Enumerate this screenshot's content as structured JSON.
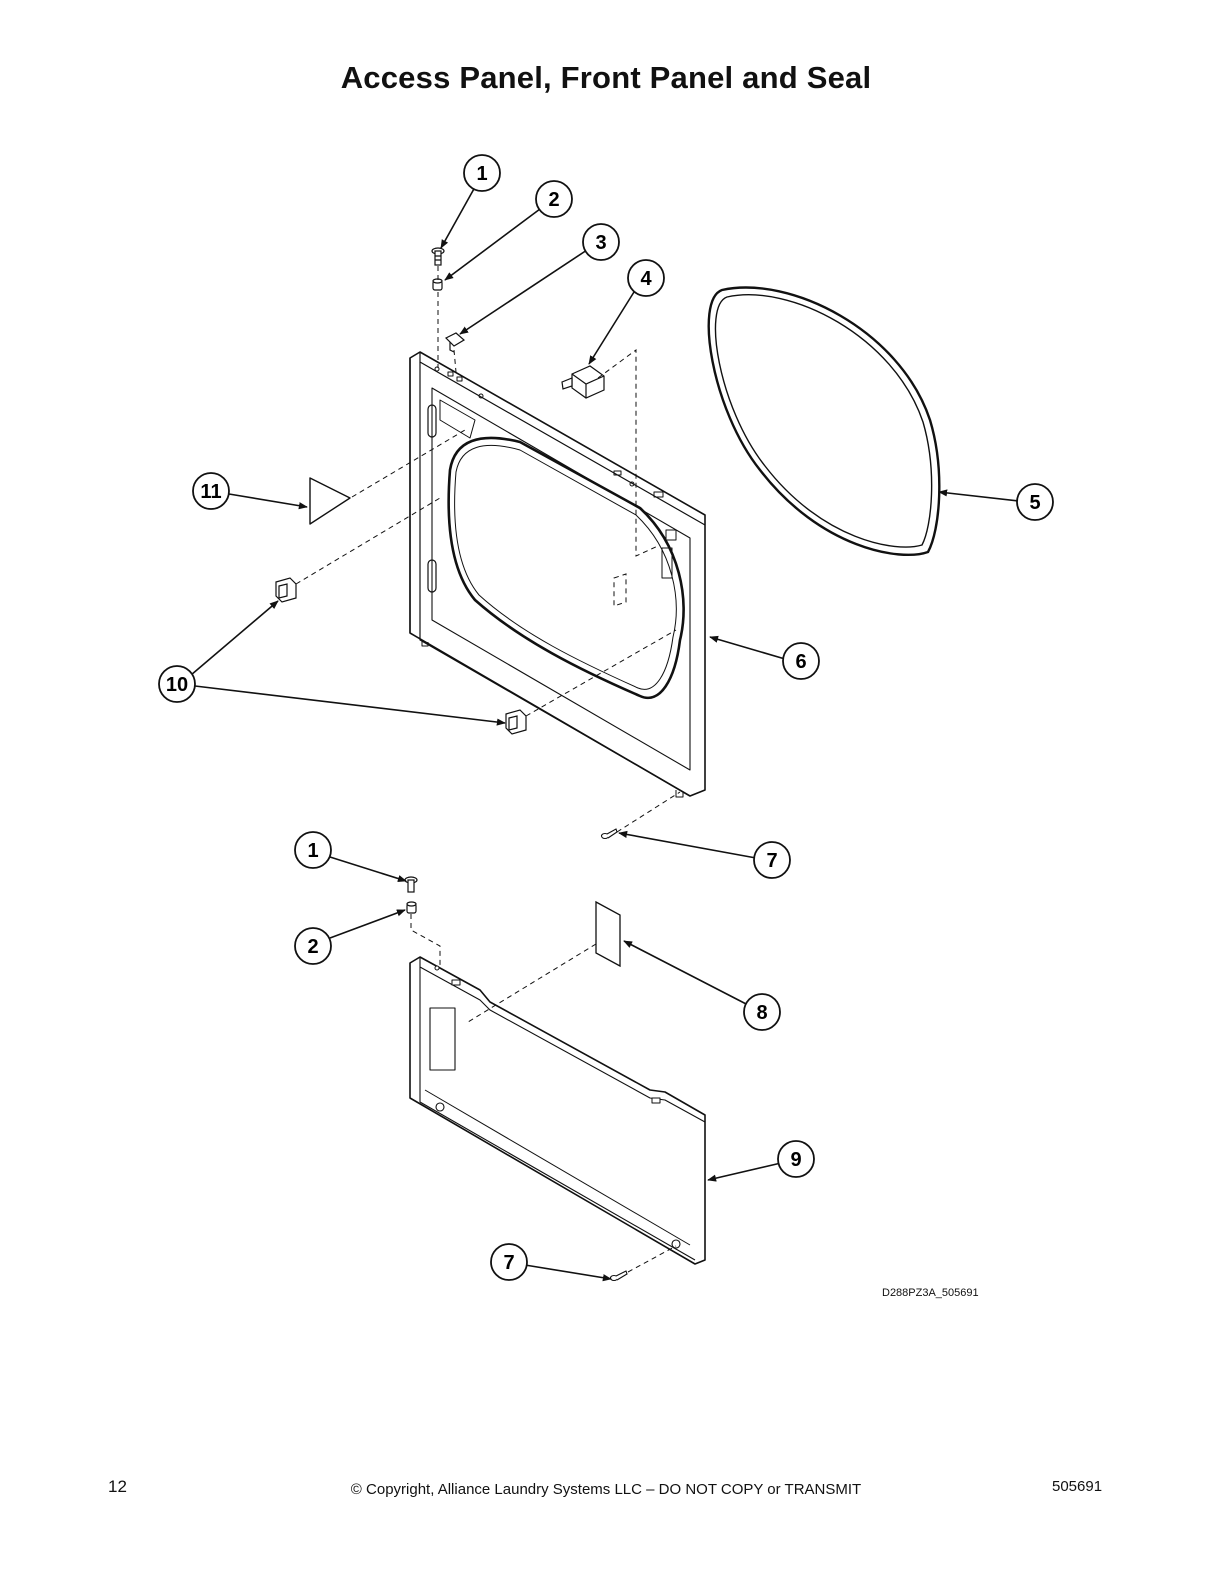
{
  "page": {
    "title": "Access Panel, Front Panel and Seal",
    "diagram_code": "D288PZ3A_505691",
    "footer": {
      "page_number": "12",
      "copyright": "© Copyright, Alliance Laundry Systems LLC – DO NOT COPY or TRANSMIT",
      "doc_number": "505691"
    }
  },
  "callouts": {
    "c1a": "1",
    "c2a": "2",
    "c3": "3",
    "c4": "4",
    "c5": "5",
    "c6": "6",
    "c7a": "7",
    "c8": "8",
    "c9": "9",
    "c10": "10",
    "c11": "11",
    "c1b": "1",
    "c2b": "2",
    "c7b": "7"
  }
}
